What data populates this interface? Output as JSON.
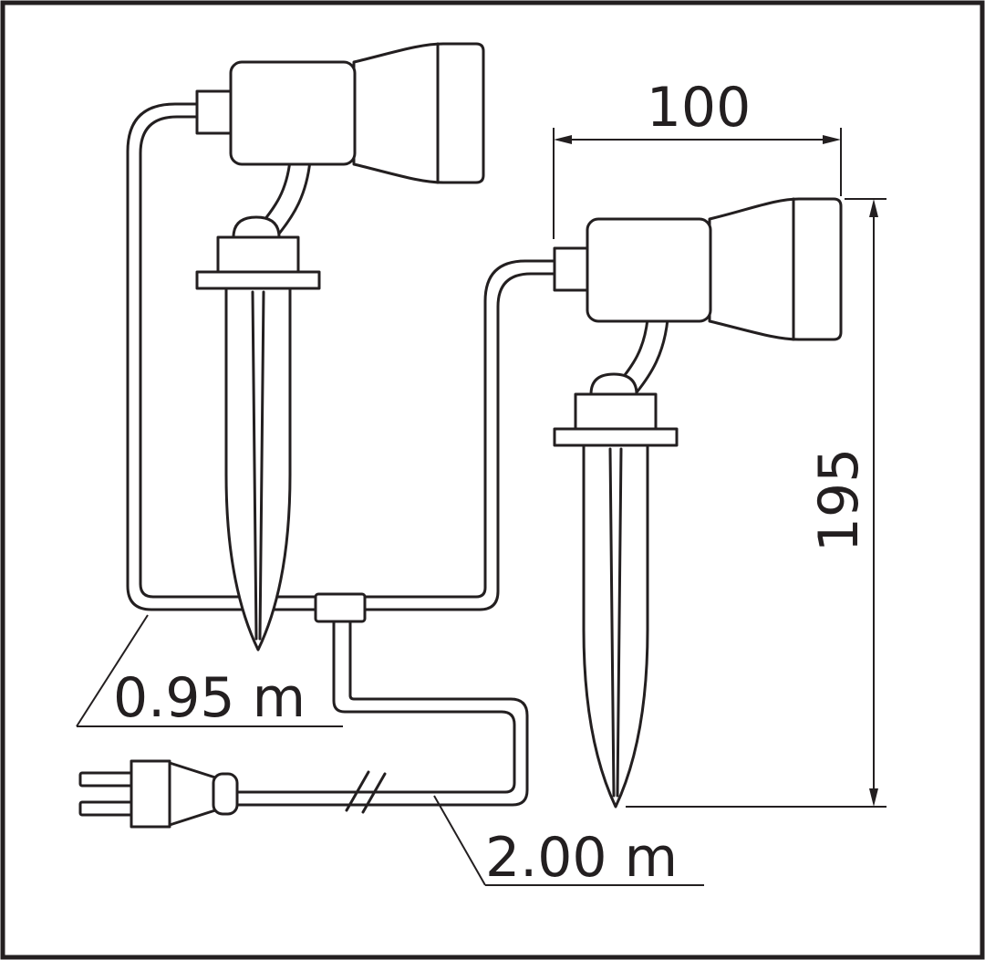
{
  "dimensions": {
    "width_label": "100",
    "height_label": "195"
  },
  "cables": {
    "short_label": "0.95 m",
    "long_label": "2.00 m"
  },
  "colors": {
    "line": "#231f20",
    "background": "#ffffff"
  }
}
